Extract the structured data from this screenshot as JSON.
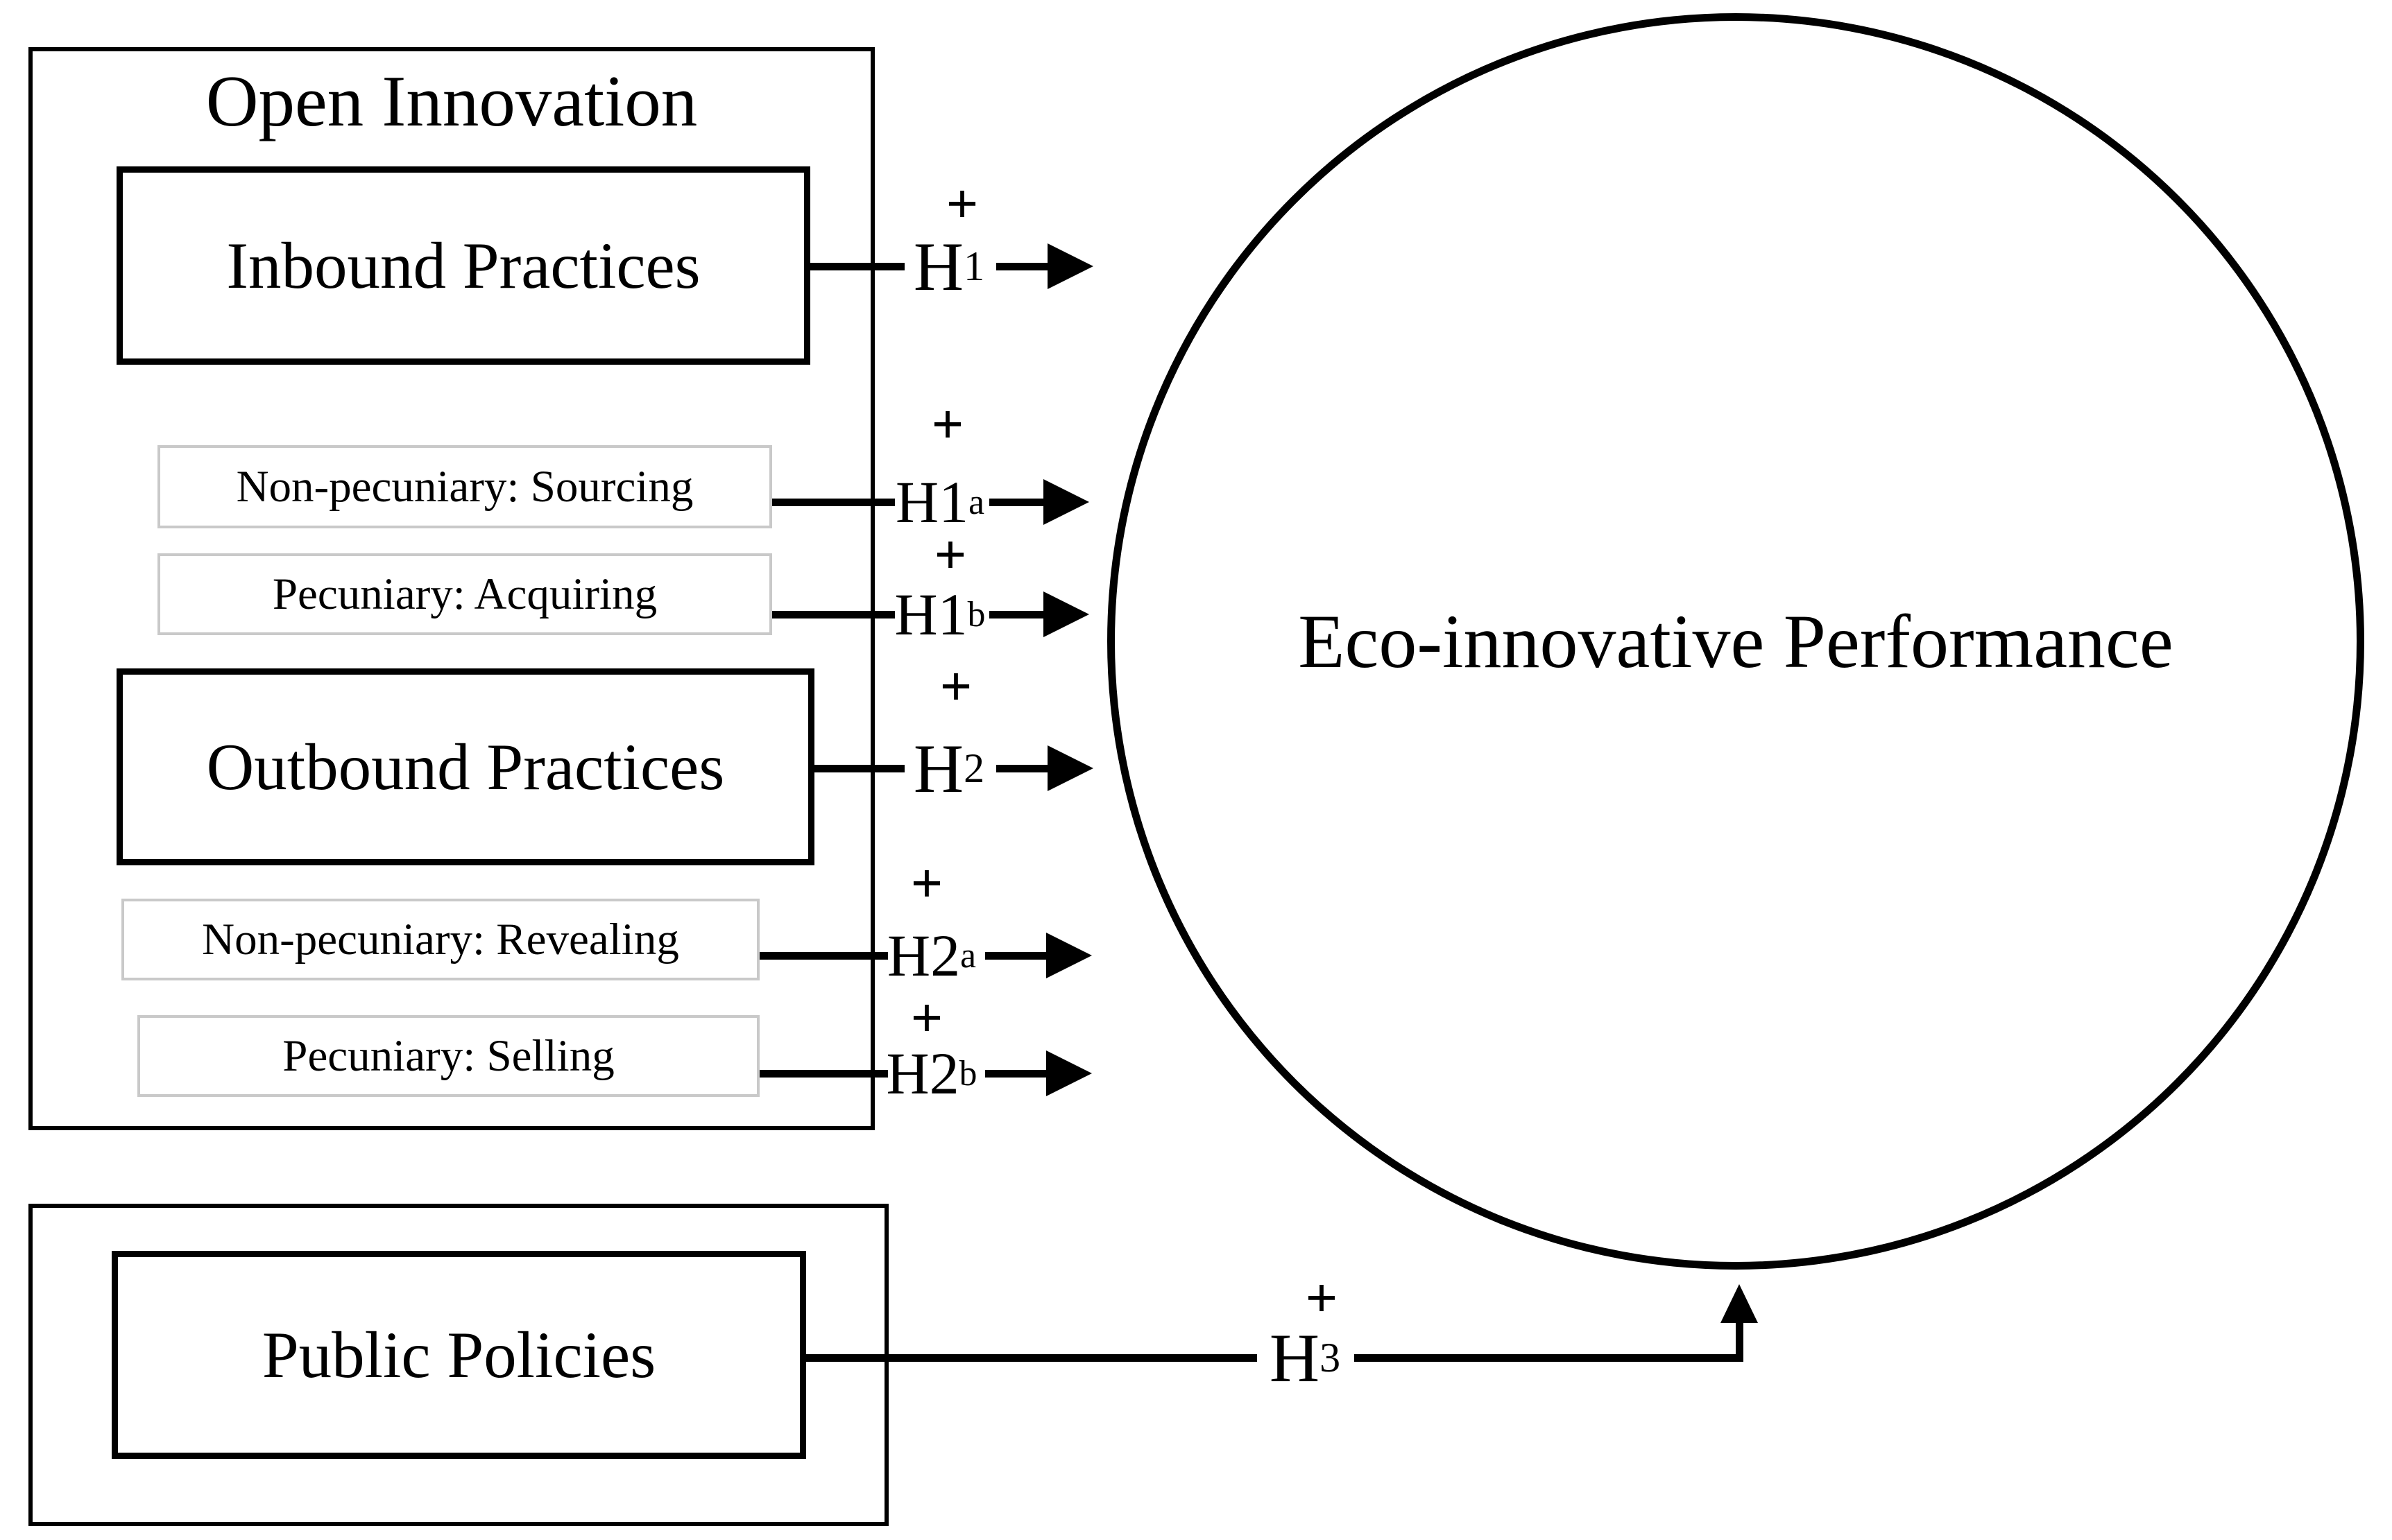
{
  "open_innovation": {
    "title": "Open Innovation",
    "inbound_label": "Inbound Practices",
    "sourcing_label": "Non-pecuniary: Sourcing",
    "acquiring_label": "Pecuniary: Acquiring",
    "outbound_label": "Outbound Practices",
    "revealing_label": "Non-pecuniary: Revealing",
    "selling_label": "Pecuniary: Selling"
  },
  "public_policies": {
    "label": "Public Policies"
  },
  "outcome": {
    "label": "Eco-innovative Performance"
  },
  "hypotheses": {
    "h1": {
      "main": "H",
      "sub": "1",
      "sign": "+"
    },
    "h1a": {
      "main": "H1",
      "sub": "a",
      "sign": "+"
    },
    "h1b": {
      "main": "H1",
      "sub": "b",
      "sign": "+"
    },
    "h2": {
      "main": "H",
      "sub": "2",
      "sign": "+"
    },
    "h2a": {
      "main": "H2",
      "sub": "a",
      "sign": "+"
    },
    "h2b": {
      "main": "H2",
      "sub": "b",
      "sign": "+"
    },
    "h3": {
      "main": "H",
      "sub": "3",
      "sign": "+"
    }
  },
  "colors": {
    "ink": "#000000",
    "subbox_border": "#c9c9c9",
    "background": "#ffffff"
  }
}
